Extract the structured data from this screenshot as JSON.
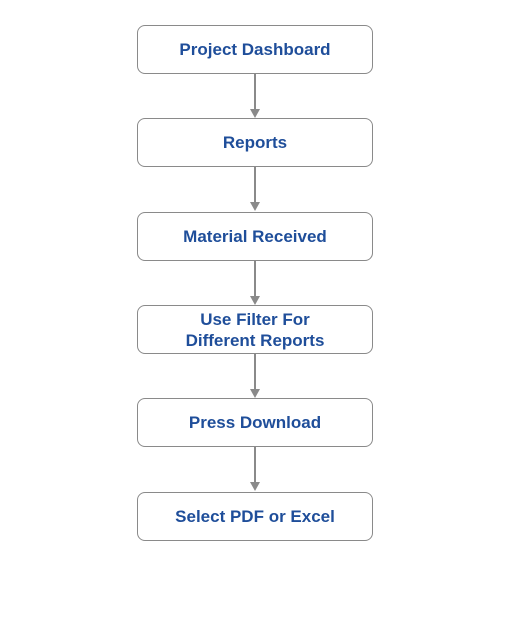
{
  "flowchart": {
    "steps": [
      {
        "label": "Project Dashboard"
      },
      {
        "label": "Reports"
      },
      {
        "label": "Material Received"
      },
      {
        "label": "Use Filter For\nDifferent Reports"
      },
      {
        "label": "Press Download"
      },
      {
        "label": "Select PDF or Excel"
      }
    ]
  },
  "colors": {
    "label_text": "#1f4e9a",
    "box_border": "#8a8a8a",
    "connector": "#8a8a8a",
    "background": "#ffffff"
  }
}
